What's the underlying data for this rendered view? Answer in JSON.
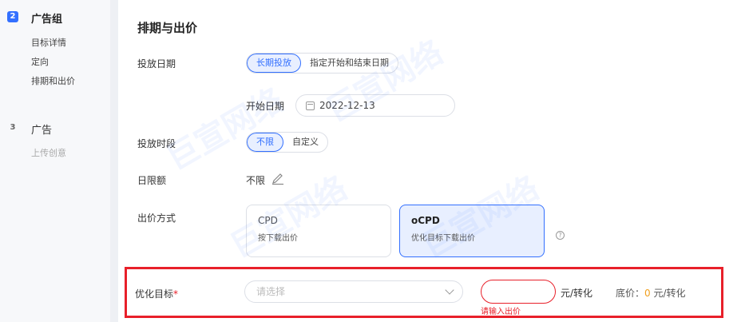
{
  "nav": {
    "steps": [
      {
        "num": "2",
        "title": "广告组",
        "subs": [
          "目标详情",
          "定向",
          "排期和出价"
        ]
      },
      {
        "num": "3",
        "title": "广告",
        "subs": [
          "上传创意"
        ]
      }
    ]
  },
  "section": {
    "title": "排期与出价"
  },
  "schedule": {
    "label": "投放日期",
    "options": [
      "长期投放",
      "指定开始和结束日期"
    ],
    "selected": "长期投放",
    "start_label": "开始日期",
    "start_value": "2022-12-13"
  },
  "time_slot": {
    "label": "投放时段",
    "options": [
      "不限",
      "自定义"
    ],
    "selected": "不限"
  },
  "daily_limit": {
    "label": "日限额",
    "value": "不限"
  },
  "bid_method": {
    "label": "出价方式",
    "options": [
      {
        "title": "CPD",
        "desc": "按下载出价"
      },
      {
        "title": "oCPD",
        "desc": "优化目标下载出价"
      }
    ],
    "selected": "oCPD"
  },
  "optimization": {
    "label": "优化目标",
    "required_mark": "*",
    "placeholder": "请选择",
    "unit": "元/转化",
    "floor_label": "底价：",
    "floor_value": "0",
    "floor_unit": "元/转化",
    "error": "请输入出价"
  },
  "watermark": "巨宣网络",
  "colors": {
    "accent": "#3370ff",
    "error": "#e8202a",
    "warning": "#f0a020"
  }
}
